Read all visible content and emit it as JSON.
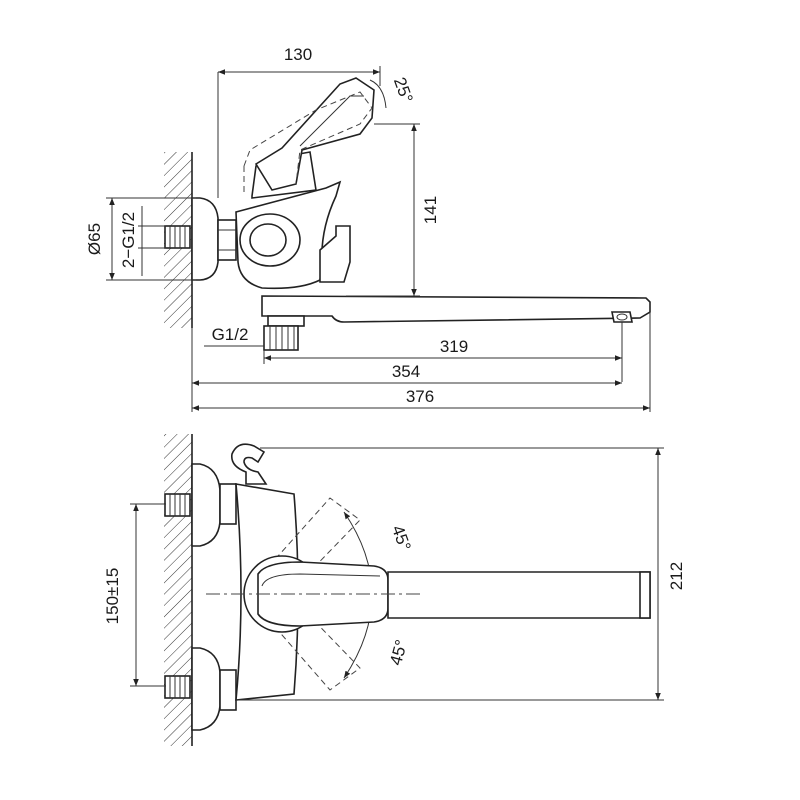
{
  "dimensions": {
    "top_width": "130",
    "handle_angle": "25°",
    "height": "141",
    "flange_diameter": "Ø65",
    "inlet_thread": "2−G1/2",
    "outlet_thread": "G1/2",
    "spout_reach": "319",
    "reach_outlet": "354",
    "overall_length": "376",
    "inlet_spacing": "150±15",
    "handle_swing_upper": "45°",
    "handle_swing_lower": "45°",
    "spout_height": "212"
  },
  "colors": {
    "line": "#222222",
    "background": "#ffffff"
  }
}
